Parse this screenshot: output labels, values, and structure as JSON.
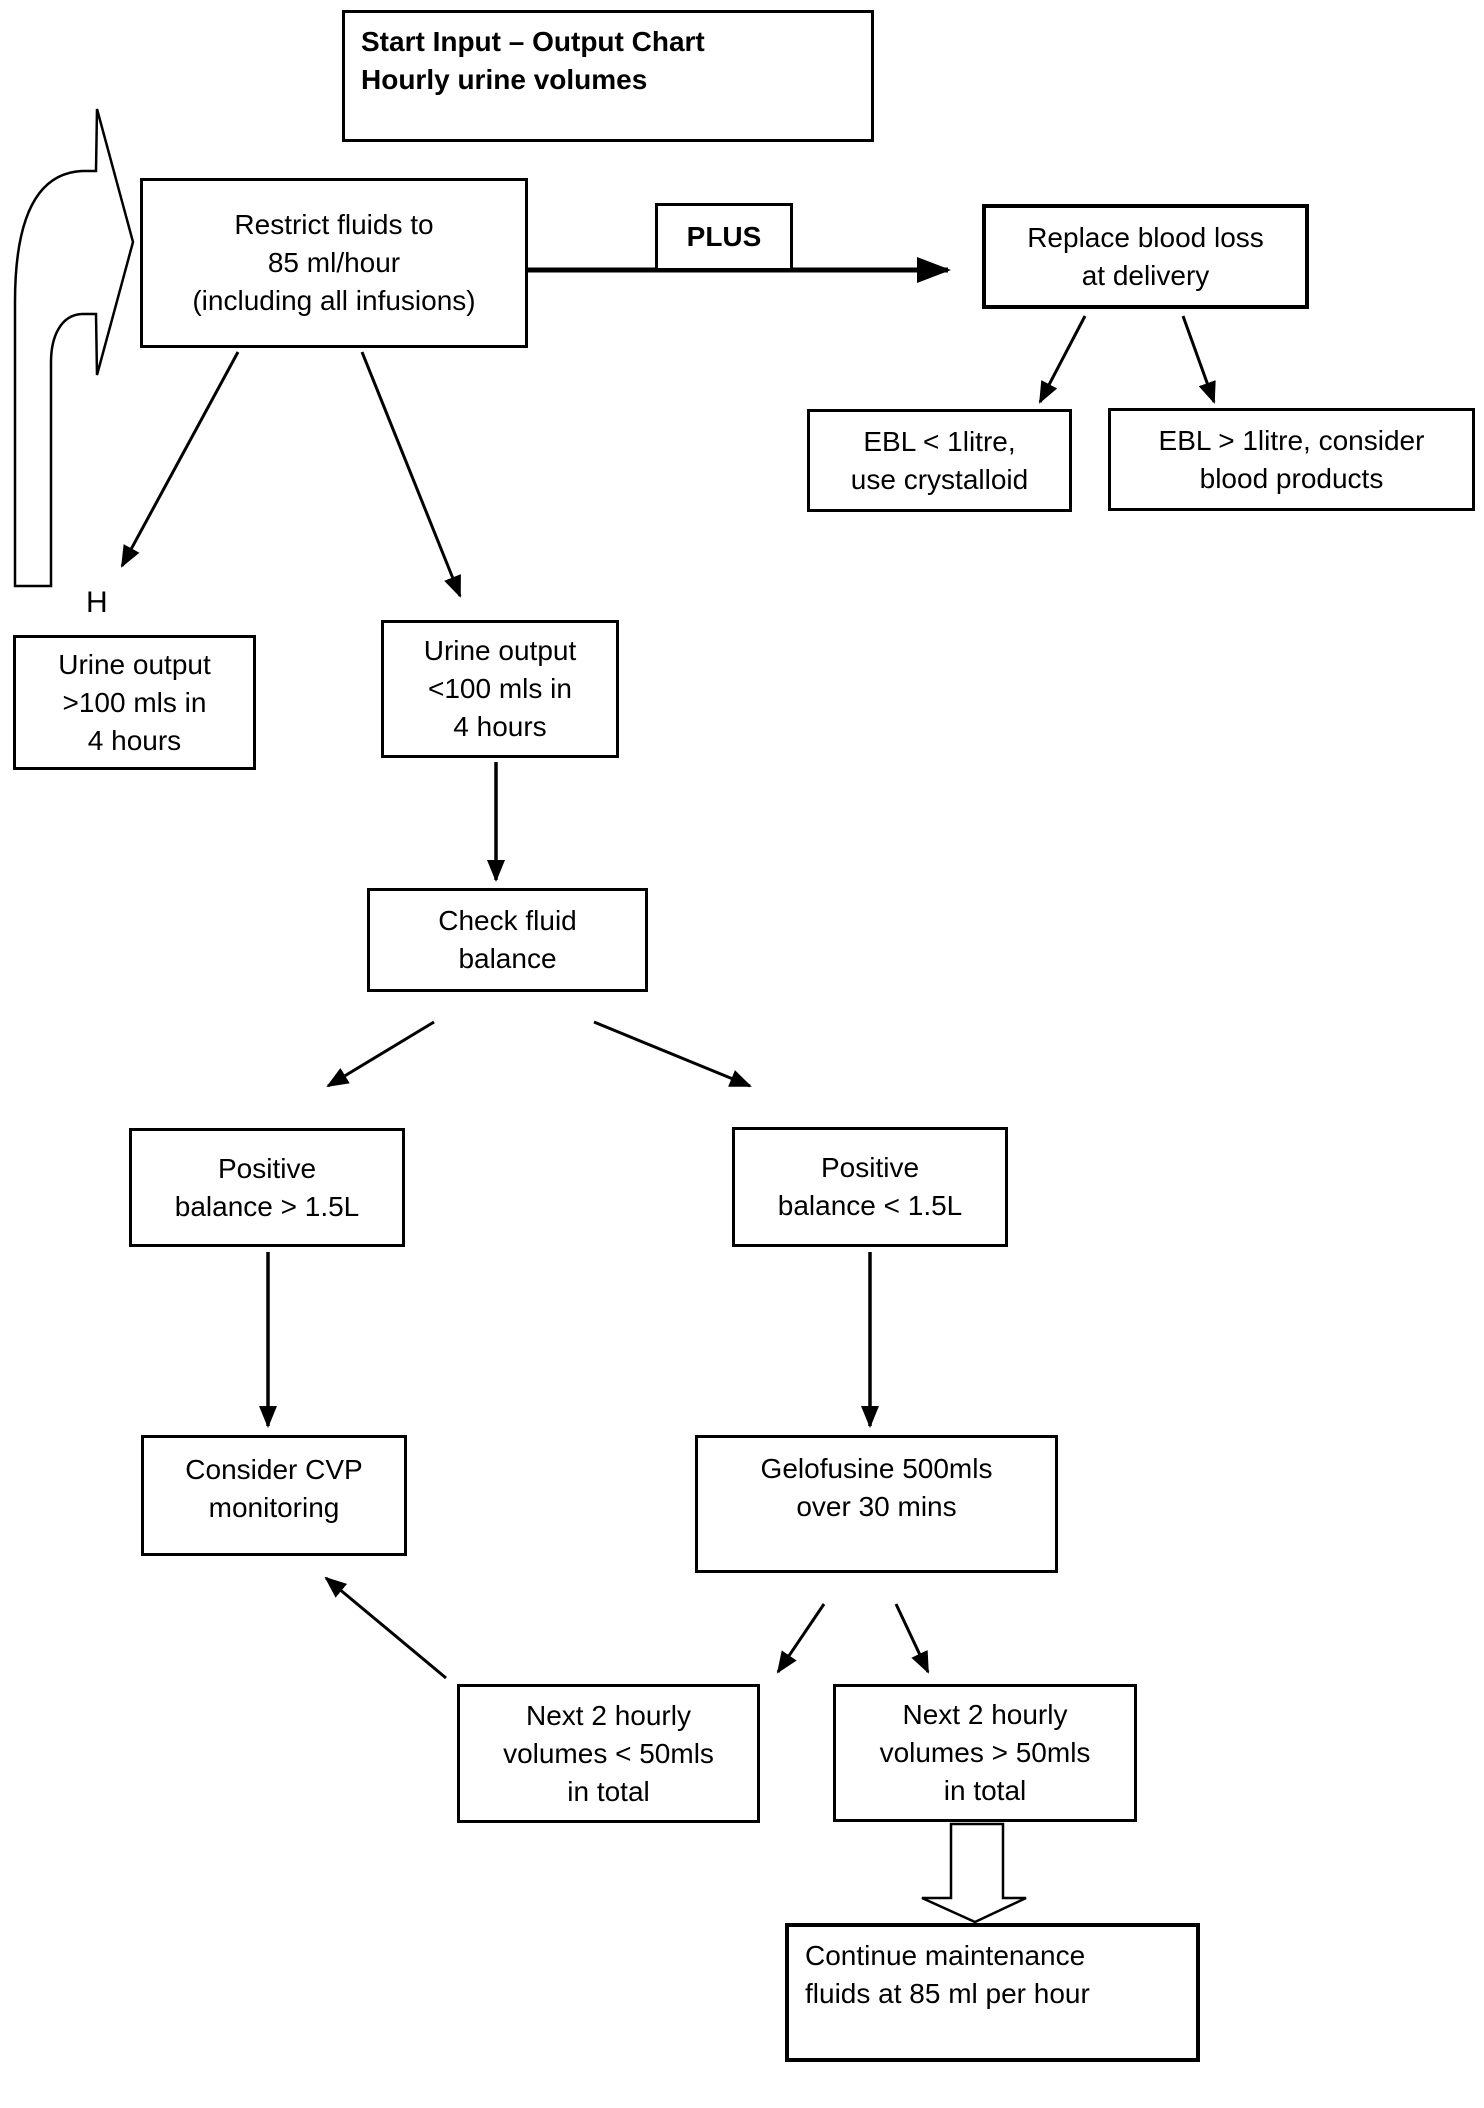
{
  "diagram": {
    "background_color": "#ffffff",
    "line_color": "#000000"
  },
  "nodes": {
    "start": {
      "label": "Start Input – Output Chart\nHourly urine volumes"
    },
    "restrict": {
      "label": "Restrict fluids to\n85 ml/hour\n(including all infusions)"
    },
    "plus": {
      "label": "PLUS"
    },
    "replace": {
      "label": "Replace blood loss\nat delivery"
    },
    "ebl_low": {
      "label": "EBL < 1litre,\nuse crystalloid"
    },
    "ebl_high": {
      "label": "EBL > 1litre, consider\nblood products"
    },
    "h_marker": {
      "label": "H"
    },
    "urine_high": {
      "label": "Urine output\n>100 mls in\n4 hours"
    },
    "urine_low": {
      "label": "Urine output\n<100 mls in\n4 hours"
    },
    "check": {
      "label": "Check fluid\nbalance"
    },
    "pos_high": {
      "label": "Positive\nbalance > 1.5L"
    },
    "pos_low": {
      "label": "Positive\nbalance < 1.5L"
    },
    "cvp": {
      "label": "Consider CVP\nmonitoring"
    },
    "gelofusine": {
      "label": "Gelofusine 500mls\nover 30 mins"
    },
    "next_low": {
      "label": "Next 2 hourly\nvolumes < 50mls\nin total"
    },
    "next_high": {
      "label": "Next 2 hourly\nvolumes > 50mls\nin total"
    },
    "continue": {
      "label": "Continue maintenance\nfluids at 85 ml per hour"
    }
  }
}
